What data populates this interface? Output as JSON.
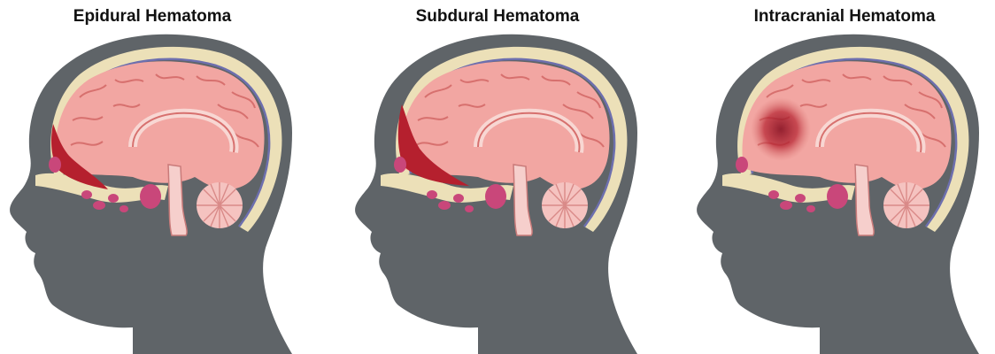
{
  "panels": [
    {
      "title": "Epidural Hematoma",
      "hematoma_type": "epidural"
    },
    {
      "title": "Subdural Hematoma",
      "hematoma_type": "subdural"
    },
    {
      "title": "Intracranial Hematoma",
      "hematoma_type": "intracranial"
    }
  ],
  "colors": {
    "silhouette": "#5f6468",
    "skull": "#ece0b8",
    "dura": "#6d6fae",
    "brain": "#f2a6a2",
    "brain_dark": "#d7706e",
    "bleed": "#b5202e",
    "cerebellum": "#f5c3c0",
    "sinus": "#c9477a"
  }
}
